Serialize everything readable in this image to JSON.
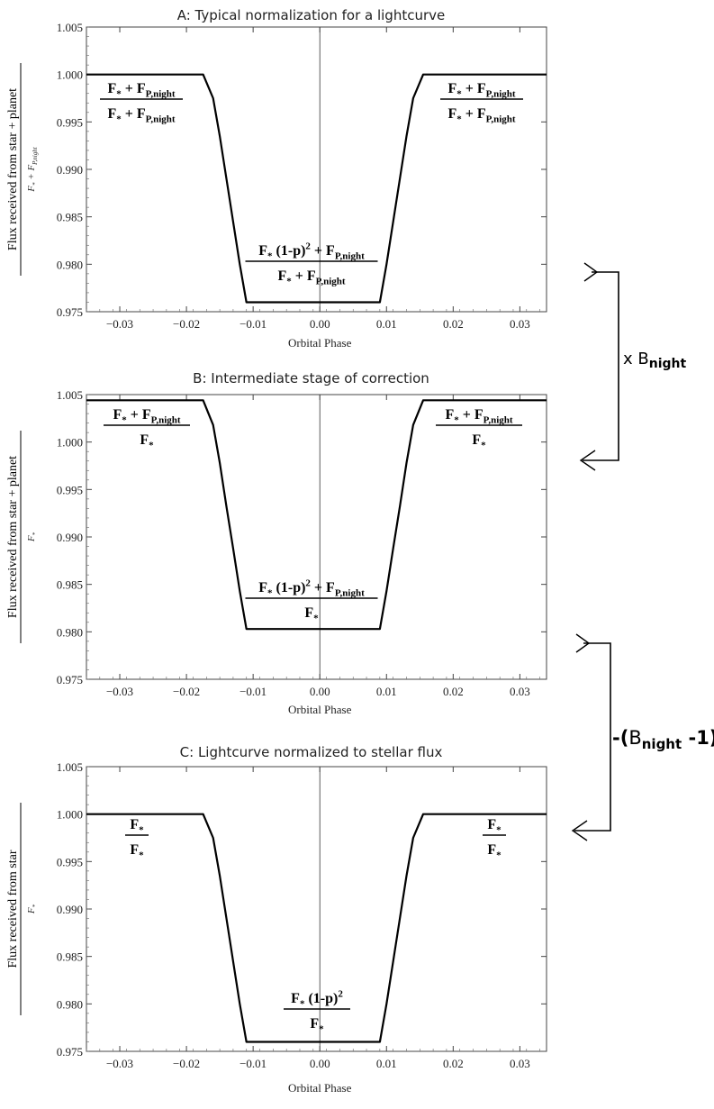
{
  "chart_data": [
    {
      "type": "line",
      "title": "A: Typical normalization for a lightcurve",
      "xlabel": "Orbital Phase",
      "ylabel": {
        "top": "Flux received from star + planet",
        "bottom": "F* + F_P,night"
      },
      "xlim": [
        -0.035,
        0.034
      ],
      "ylim": [
        0.975,
        1.005
      ],
      "xticks": [
        -0.03,
        -0.02,
        -0.01,
        0.0,
        0.01,
        0.02,
        0.03
      ],
      "xtick_labels": [
        "−0.03",
        "−0.02",
        "−0.01",
        "0.00",
        "0.01",
        "0.02",
        "0.03"
      ],
      "yticks": [
        0.975,
        0.98,
        0.985,
        0.99,
        0.995,
        1.0,
        1.005
      ],
      "ytick_labels": [
        "0.975",
        "0.980",
        "0.985",
        "0.990",
        "0.995",
        "1.000",
        "1.005"
      ],
      "grid": false,
      "series": [
        {
          "x": [
            -0.035,
            -0.0175,
            -0.016,
            -0.015,
            -0.014,
            -0.013,
            -0.012,
            -0.011,
            0.009,
            0.01,
            0.011,
            0.012,
            0.013,
            0.014,
            0.0155,
            0.034
          ],
          "y": [
            1.0,
            1.0,
            0.9975,
            0.9935,
            0.989,
            0.9845,
            0.98,
            0.976,
            0.976,
            0.98,
            0.9845,
            0.989,
            0.9935,
            0.9975,
            1.0,
            1.0
          ]
        }
      ],
      "annotations": {
        "left": {
          "num": "F* + F_P,night",
          "den": "F* + F_P,night"
        },
        "right": {
          "num": "F* + F_P,night",
          "den": "F* + F_P,night"
        },
        "center": {
          "num": "F* (1-p)^2 + F_P,night",
          "den": "F* + F_P,night"
        }
      }
    },
    {
      "type": "line",
      "title": "B: Intermediate stage of correction",
      "xlabel": "Orbital Phase",
      "ylabel": {
        "top": "Flux received from star + planet",
        "bottom": "F*"
      },
      "xlim": [
        -0.035,
        0.034
      ],
      "ylim": [
        0.975,
        1.005
      ],
      "xticks": [
        -0.03,
        -0.02,
        -0.01,
        0.0,
        0.01,
        0.02,
        0.03
      ],
      "xtick_labels": [
        "−0.03",
        "−0.02",
        "−0.01",
        "0.00",
        "0.01",
        "0.02",
        "0.03"
      ],
      "yticks": [
        0.975,
        0.98,
        0.985,
        0.99,
        0.995,
        1.0,
        1.005
      ],
      "ytick_labels": [
        "0.975",
        "0.980",
        "0.985",
        "0.990",
        "0.995",
        "1.000",
        "1.005"
      ],
      "grid": false,
      "series": [
        {
          "x": [
            -0.035,
            -0.0175,
            -0.016,
            -0.015,
            -0.014,
            -0.013,
            -0.012,
            -0.011,
            0.009,
            0.01,
            0.011,
            0.012,
            0.013,
            0.014,
            0.0155,
            0.034
          ],
          "y": [
            1.0044,
            1.0044,
            1.0018,
            0.9978,
            0.9932,
            0.9888,
            0.9843,
            0.9803,
            0.9803,
            0.9843,
            0.9888,
            0.9932,
            0.9978,
            1.0018,
            1.0044,
            1.0044
          ]
        }
      ],
      "annotations": {
        "left": {
          "num": "F* + F_P,night",
          "den": "F*"
        },
        "right": {
          "num": "F* + F_P,night",
          "den": "F*"
        },
        "center": {
          "num": "F* (1-p)^2 + F_P,night",
          "den": "F*"
        }
      }
    },
    {
      "type": "line",
      "title": "C: Lightcurve normalized to stellar flux",
      "xlabel": "Orbital Phase",
      "ylabel": {
        "top": "Flux received from star",
        "bottom": "F*"
      },
      "xlim": [
        -0.035,
        0.034
      ],
      "ylim": [
        0.975,
        1.005
      ],
      "xticks": [
        -0.03,
        -0.02,
        -0.01,
        0.0,
        0.01,
        0.02,
        0.03
      ],
      "xtick_labels": [
        "−0.03",
        "−0.02",
        "−0.01",
        "0.00",
        "0.01",
        "0.02",
        "0.03"
      ],
      "yticks": [
        0.975,
        0.98,
        0.985,
        0.99,
        0.995,
        1.0,
        1.005
      ],
      "ytick_labels": [
        "0.975",
        "0.980",
        "0.985",
        "0.990",
        "0.995",
        "1.000",
        "1.005"
      ],
      "grid": false,
      "series": [
        {
          "x": [
            -0.035,
            -0.0175,
            -0.016,
            -0.015,
            -0.014,
            -0.013,
            -0.012,
            -0.011,
            0.009,
            0.01,
            0.011,
            0.012,
            0.013,
            0.014,
            0.0155,
            0.034
          ],
          "y": [
            1.0,
            1.0,
            0.9975,
            0.9935,
            0.989,
            0.9845,
            0.98,
            0.976,
            0.976,
            0.98,
            0.9845,
            0.989,
            0.9935,
            0.9975,
            1.0,
            1.0
          ]
        }
      ],
      "annotations": {
        "left": {
          "num": "F*",
          "den": "F*"
        },
        "right": {
          "num": "F*",
          "den": "F*"
        },
        "center": {
          "num": "F* (1-p)^2",
          "den": "F*"
        }
      }
    }
  ],
  "arrows": [
    {
      "label": "x B_night"
    },
    {
      "label": "-(B_night -1)"
    }
  ]
}
